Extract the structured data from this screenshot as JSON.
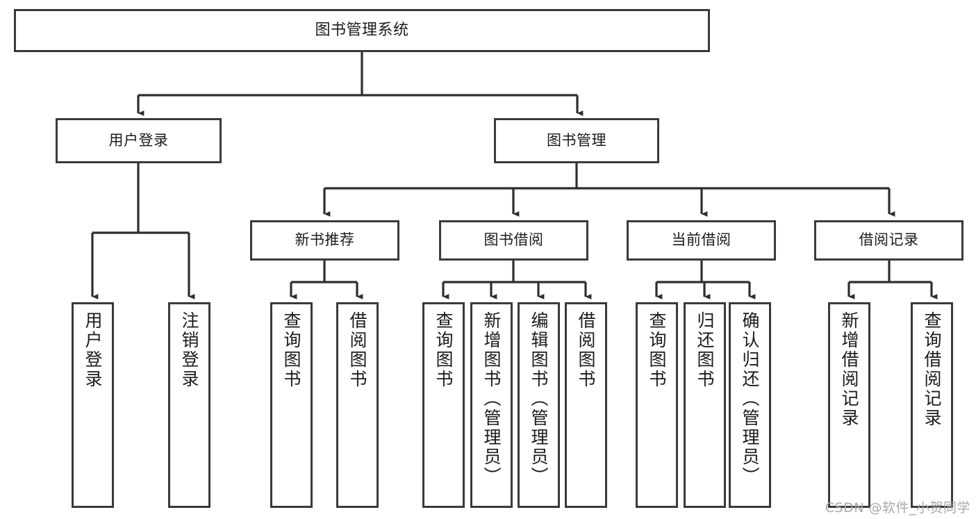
{
  "diagram": {
    "title": "图书管理系统",
    "type": "hierarchy-tree",
    "watermark": "CSDN @软件_小贺同学",
    "colors": {
      "stroke": "#3a3a3a",
      "fill": "#ffffff",
      "text": "#1b1b1b",
      "watermark": "#a9a9a9"
    },
    "levels": {
      "root": {
        "label": "图书管理系统"
      },
      "level1": [
        {
          "id": "user-login",
          "label": "用户登录"
        },
        {
          "id": "book-management",
          "label": "图书管理"
        }
      ],
      "level2": [
        {
          "id": "new-book-recommend",
          "label": "新书推荐",
          "parent": "book-management"
        },
        {
          "id": "book-borrow",
          "label": "图书借阅",
          "parent": "book-management"
        },
        {
          "id": "current-borrow",
          "label": "当前借阅",
          "parent": "book-management"
        },
        {
          "id": "borrow-record",
          "label": "借阅记录",
          "parent": "book-management"
        }
      ],
      "leaves": [
        {
          "id": "leaf-user-login",
          "label": "用户登录",
          "parent": "user-login"
        },
        {
          "id": "leaf-logout",
          "label": "注销登录",
          "parent": "user-login"
        },
        {
          "id": "leaf-query-book-1",
          "label": "查询图书",
          "parent": "new-book-recommend"
        },
        {
          "id": "leaf-borrow-book-1",
          "label": "借阅图书",
          "parent": "new-book-recommend"
        },
        {
          "id": "leaf-query-book-2",
          "label": "查询图书",
          "parent": "book-borrow"
        },
        {
          "id": "leaf-add-book",
          "label": "新增图书（管理员）",
          "parent": "book-borrow"
        },
        {
          "id": "leaf-edit-book",
          "label": "编辑图书（管理员）",
          "parent": "book-borrow"
        },
        {
          "id": "leaf-borrow-book-2",
          "label": "借阅图书",
          "parent": "book-borrow"
        },
        {
          "id": "leaf-query-book-3",
          "label": "查询图书",
          "parent": "current-borrow"
        },
        {
          "id": "leaf-return-book",
          "label": "归还图书",
          "parent": "current-borrow"
        },
        {
          "id": "leaf-confirm-return",
          "label": "确认归还（管理员）",
          "parent": "current-borrow"
        },
        {
          "id": "leaf-add-record",
          "label": "新增借阅记录",
          "parent": "borrow-record"
        },
        {
          "id": "leaf-query-record",
          "label": "查询借阅记录",
          "parent": "borrow-record"
        }
      ]
    }
  }
}
